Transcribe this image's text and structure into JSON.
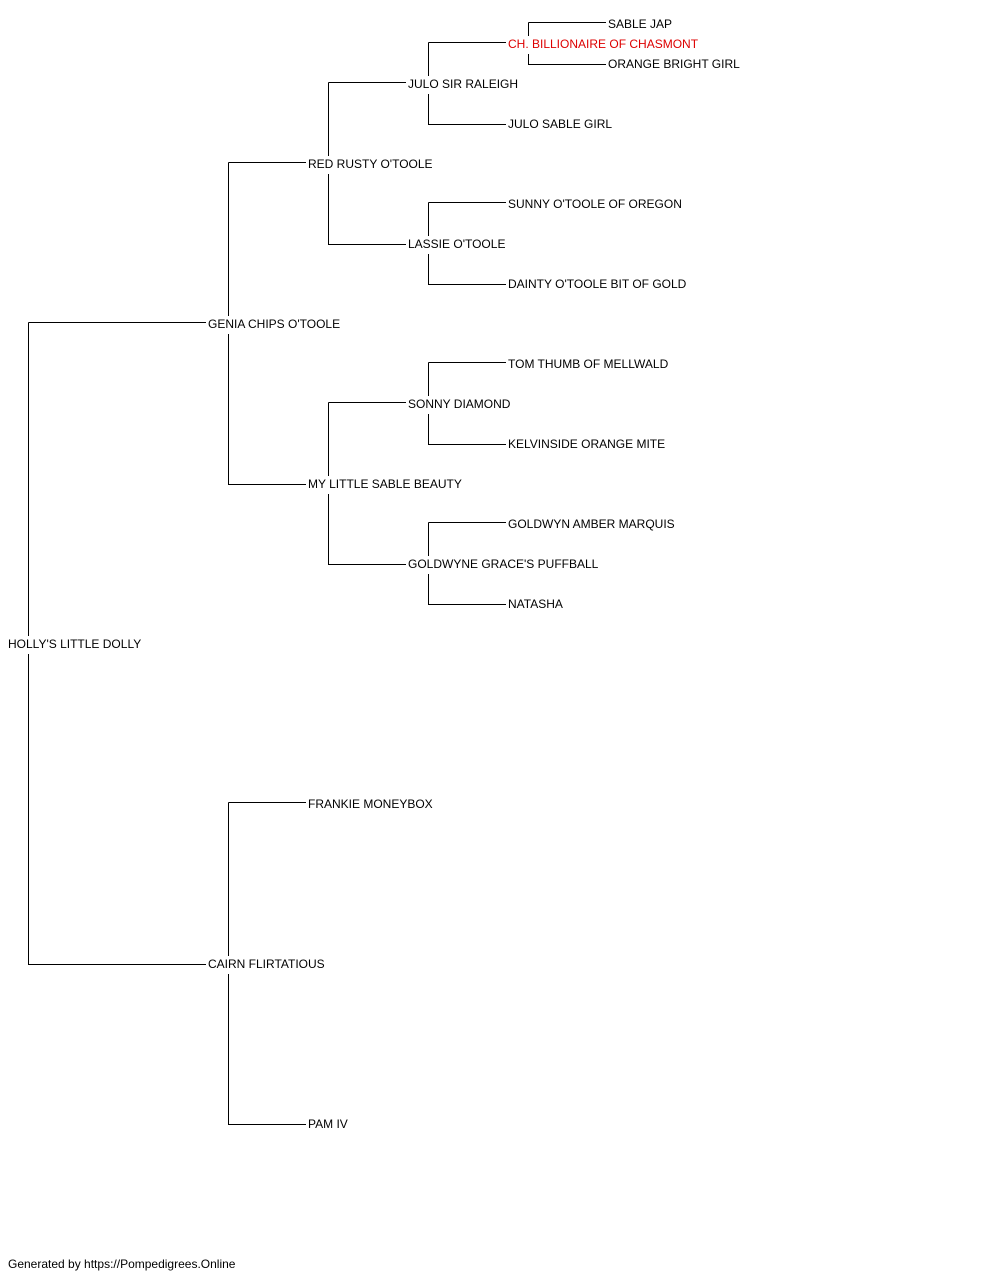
{
  "pedigree": {
    "subject": "HOLLY'S LITTLE DOLLY",
    "sire": "GENIA CHIPS O'TOOLE",
    "dam": "CAIRN FLIRTATIOUS",
    "sire_sire": "RED RUSTY O'TOOLE",
    "sire_dam": "MY LITTLE SABLE BEAUTY",
    "dam_sire": "FRANKIE MONEYBOX",
    "dam_dam": "PAM IV",
    "sss": "JULO SIR RALEIGH",
    "ssd": "LASSIE O'TOOLE",
    "sds": "SONNY DIAMOND",
    "sdd": "GOLDWYNE GRACE'S PUFFBALL",
    "ssss": "CH. BILLIONAIRE OF CHASMONT",
    "sssd": "JULO SABLE GIRL",
    "ssds": "SUNNY O'TOOLE OF OREGON",
    "ssdd": "DAINTY O'TOOLE BIT OF GOLD",
    "sdss": "TOM THUMB OF MELLWALD",
    "sdsd": "KELVINSIDE ORANGE MITE",
    "sdds": "GOLDWYN AMBER MARQUIS",
    "sddd": "NATASHA",
    "sssss": "SABLE JAP",
    "ssssd": "ORANGE BRIGHT GIRL"
  },
  "colors": {
    "champion": "#dd0000",
    "text": "#000000",
    "line": "#000000"
  },
  "footer": "Generated by https://Pompedigrees.Online"
}
